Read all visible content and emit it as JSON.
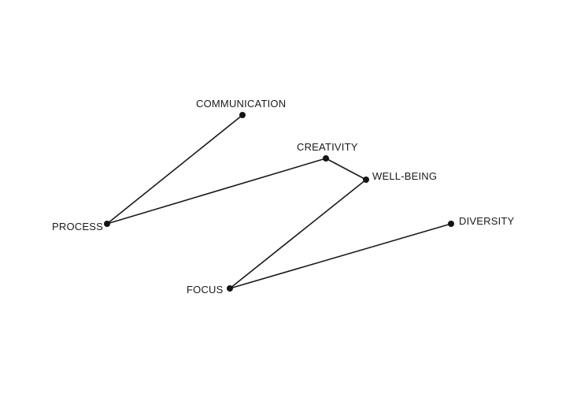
{
  "diagram": {
    "nodes": [
      {
        "id": "communication",
        "label": "COMMUNICATION"
      },
      {
        "id": "creativity",
        "label": "CREATIVITY"
      },
      {
        "id": "well-being",
        "label": "WELL-BEING"
      },
      {
        "id": "process",
        "label": "PROCESS"
      },
      {
        "id": "diversity",
        "label": "DIVERSITY"
      },
      {
        "id": "focus",
        "label": "FOCUS"
      }
    ],
    "edges": [
      {
        "from": "communication",
        "to": "process"
      },
      {
        "from": "process",
        "to": "creativity"
      },
      {
        "from": "creativity",
        "to": "well-being"
      },
      {
        "from": "well-being",
        "to": "focus"
      },
      {
        "from": "focus",
        "to": "diversity"
      }
    ],
    "colors": {
      "line": "#1a1a1a",
      "dot": "#141414",
      "background": "#ffffff"
    }
  }
}
